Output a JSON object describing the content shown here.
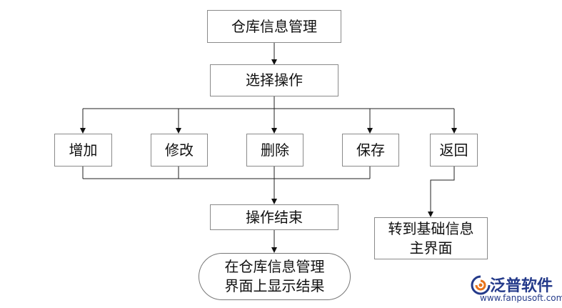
{
  "diagram": {
    "nodes": {
      "warehouse_mgmt": "仓库信息管理",
      "select_op": "选择操作",
      "add": "增加",
      "modify": "修改",
      "delete": "删除",
      "save": "保存",
      "back": "返回",
      "op_end": "操作结束",
      "goto_basic": [
        "转到基础信息",
        "主界面"
      ],
      "show_result": [
        "在仓库信息管理",
        "界面上显示结果"
      ]
    },
    "edges": [
      [
        "warehouse_mgmt",
        "select_op"
      ],
      [
        "select_op",
        "add"
      ],
      [
        "select_op",
        "modify"
      ],
      [
        "select_op",
        "delete"
      ],
      [
        "select_op",
        "save"
      ],
      [
        "select_op",
        "back"
      ],
      [
        "add",
        "op_end"
      ],
      [
        "modify",
        "op_end"
      ],
      [
        "delete",
        "op_end"
      ],
      [
        "save",
        "op_end"
      ],
      [
        "back",
        "goto_basic"
      ],
      [
        "op_end",
        "show_result"
      ]
    ]
  },
  "watermark": {
    "name": "泛普软件",
    "url": "www.fanpusoft.com",
    "colors": {
      "blue": "#243a8a",
      "orange": "#e8731a"
    }
  }
}
